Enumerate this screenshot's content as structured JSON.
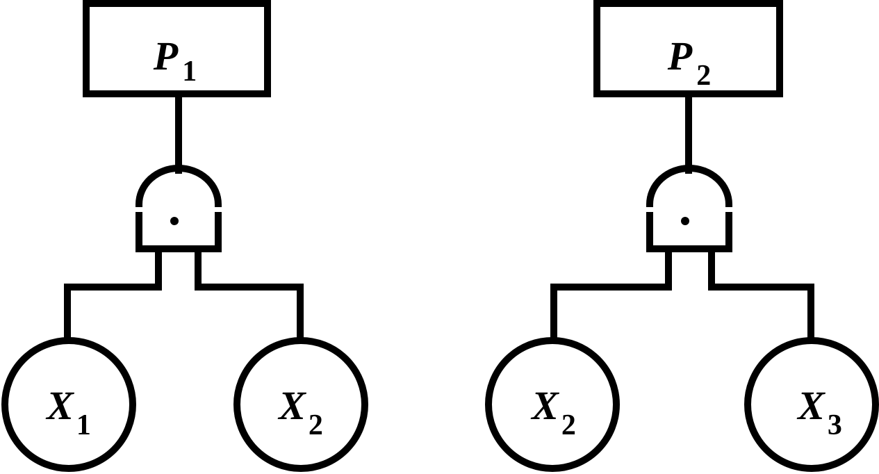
{
  "colors": {
    "stroke": "#000000",
    "background": "#ffffff"
  },
  "trees": [
    {
      "top_event": {
        "letter": "P",
        "subscript": "1"
      },
      "gate": {
        "type": "AND",
        "symbol": "·"
      },
      "basic_events": [
        {
          "letter": "X",
          "subscript": "1"
        },
        {
          "letter": "X",
          "subscript": "2"
        }
      ]
    },
    {
      "top_event": {
        "letter": "P",
        "subscript": "2"
      },
      "gate": {
        "type": "AND",
        "symbol": "·"
      },
      "basic_events": [
        {
          "letter": "X",
          "subscript": "2"
        },
        {
          "letter": "X",
          "subscript": "3"
        }
      ]
    }
  ]
}
